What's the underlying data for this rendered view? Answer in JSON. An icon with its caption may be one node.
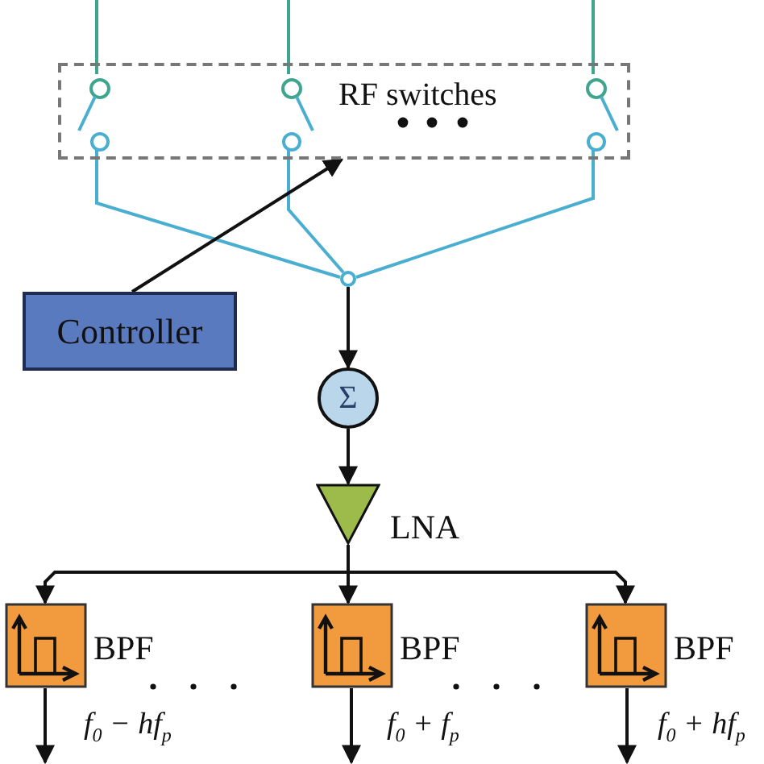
{
  "diagram": {
    "nodes": [
      {
        "text": [
          "RF switches"
        ]
      },
      {
        "text": [],
        "shape": "switch",
        "in": 0
      },
      {
        "text": [],
        "shape": "switch",
        "in": 0
      },
      {
        "text": [],
        "shape": "switch",
        "in": 0
      },
      {
        "text": [],
        "shape": "circle"
      },
      {
        "text": [
          "Controller"
        ]
      },
      {
        "text": [
          "Σ"
        ]
      },
      {
        "text": [
          "LNA"
        ]
      },
      {
        "text": [
          "BPF"
        ]
      },
      {
        "text": [
          "BPF"
        ]
      },
      {
        "text": [
          "BPF"
        ]
      }
    ],
    "edges": [
      {
        "from": null,
        "to": 1,
        "arrow": "none",
        "color": "#3fa58f"
      },
      {
        "from": null,
        "to": 2,
        "arrow": "none",
        "color": "#3fa58f"
      },
      {
        "from": null,
        "to": 3,
        "arrow": "none",
        "color": "#3fa58f"
      },
      {
        "from": 1,
        "to": 4,
        "arrow": "none",
        "color": "#4aaed0"
      },
      {
        "from": 2,
        "to": 4,
        "arrow": "none",
        "color": "#4aaed0"
      },
      {
        "from": 3,
        "to": 4,
        "arrow": "none",
        "color": "#4aaed0"
      },
      {
        "from": 5,
        "to": 0,
        "arrow": "to"
      },
      {
        "from": 4,
        "to": 6,
        "arrow": "to"
      },
      {
        "from": 6,
        "to": 7,
        "arrow": "to"
      },
      {
        "from": 7,
        "to": 8,
        "arrow": "to"
      },
      {
        "from": 7,
        "to": 9,
        "arrow": "to"
      },
      {
        "from": 7,
        "to": 10,
        "arrow": "to"
      },
      {
        "from": 8,
        "to": null,
        "arrow": "to",
        "label": "f$_{0}$ − hf$_{p}$"
      },
      {
        "from": 9,
        "to": null,
        "arrow": "to",
        "label": "f$_{0}$ + f$_{p}$"
      },
      {
        "from": 10,
        "to": null,
        "arrow": "to",
        "label": "f$_{0}$ + hf$_{p}$"
      }
    ]
  }
}
